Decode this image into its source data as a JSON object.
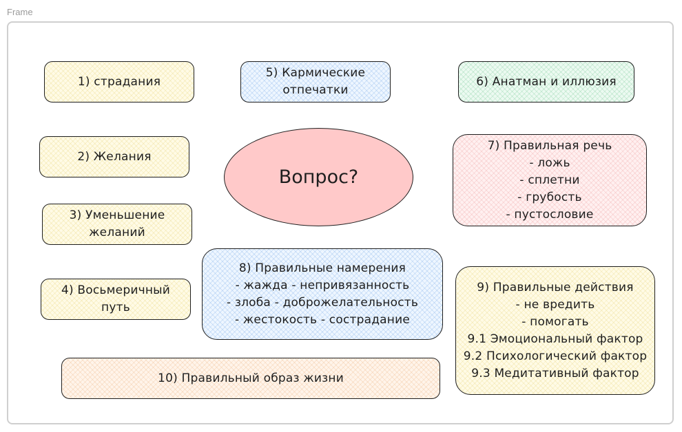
{
  "frame": {
    "label": "Frame"
  },
  "center": {
    "text": "Вопрос?",
    "fill": "#ffc9c9"
  },
  "nodes": [
    {
      "id": "n1",
      "text": "1) страдания",
      "color": "yellow"
    },
    {
      "id": "n2",
      "text": "2) Желания",
      "color": "yellow"
    },
    {
      "id": "n3",
      "text": "3) Уменьшение\nжеланий",
      "color": "yellow"
    },
    {
      "id": "n4",
      "text": "4) Восьмеричный\nпуть",
      "color": "yellow"
    },
    {
      "id": "n5",
      "text": "5) Кармические\nотпечатки",
      "color": "blue"
    },
    {
      "id": "n6",
      "text": "6) Анатман и иллюзия",
      "color": "green"
    },
    {
      "id": "n7",
      "text": "7) Правильная речь\n- ложь\n- сплетни\n- грубость\n- пустословие",
      "color": "pink"
    },
    {
      "id": "n8",
      "text": "8) Правильные намерения\n- жажда - непривязанность\n- злоба - доброжелательность\n- жестокость - сострадание",
      "color": "blue"
    },
    {
      "id": "n9",
      "text": "9) Правильные действия\n- не вредить\n- помогать\n9.1 Эмоциональный фактор\n9.2 Психологический фактор\n9.3 Медитативный фактор",
      "color": "yellow"
    },
    {
      "id": "n10",
      "text": "10) Правильный образ жизни",
      "color": "orange"
    }
  ]
}
